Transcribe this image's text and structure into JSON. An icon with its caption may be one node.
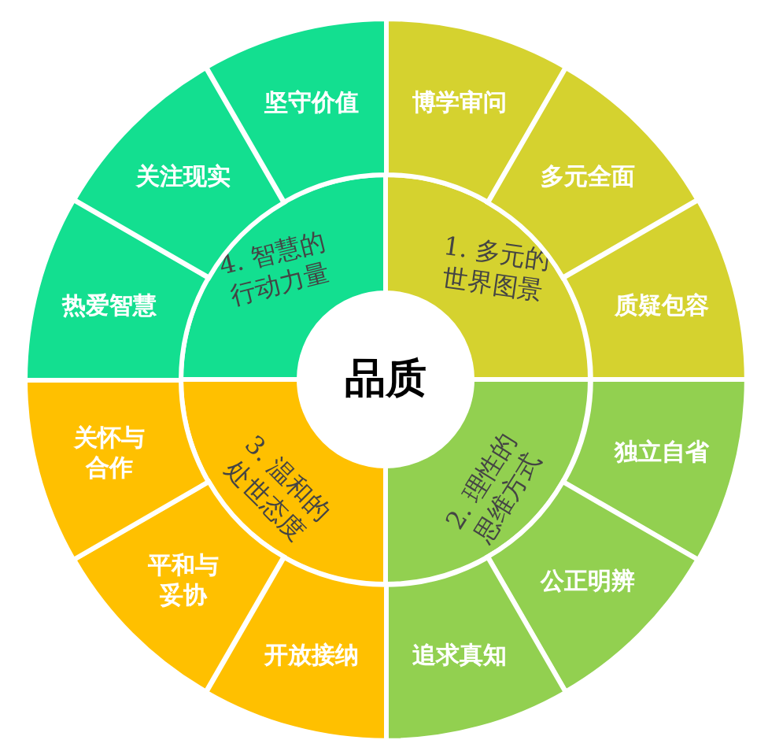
{
  "diagram": {
    "nodes": [
      {
        "text": [
          "品质"
        ]
      },
      {
        "text": [
          "1. 多元的世界图景"
        ]
      },
      {
        "text": [
          "2. 理性的思维方式"
        ]
      },
      {
        "text": [
          "3. 温和的处世态度"
        ]
      },
      {
        "text": [
          "4. 智慧的行动力量"
        ]
      },
      {
        "text": [
          "博学审问"
        ]
      },
      {
        "text": [
          "多元全面"
        ]
      },
      {
        "text": [
          "质疑包容"
        ]
      },
      {
        "text": [
          "独立自省"
        ]
      },
      {
        "text": [
          "公正明辨"
        ]
      },
      {
        "text": [
          "追求真知"
        ]
      },
      {
        "text": [
          "开放接纳"
        ]
      },
      {
        "text": [
          "平和与妥协"
        ]
      },
      {
        "text": [
          "关怀与合作"
        ]
      },
      {
        "text": [
          "热爱智慧"
        ]
      },
      {
        "text": [
          "关注现实"
        ]
      },
      {
        "text": [
          "坚守价值"
        ]
      }
    ]
  }
}
